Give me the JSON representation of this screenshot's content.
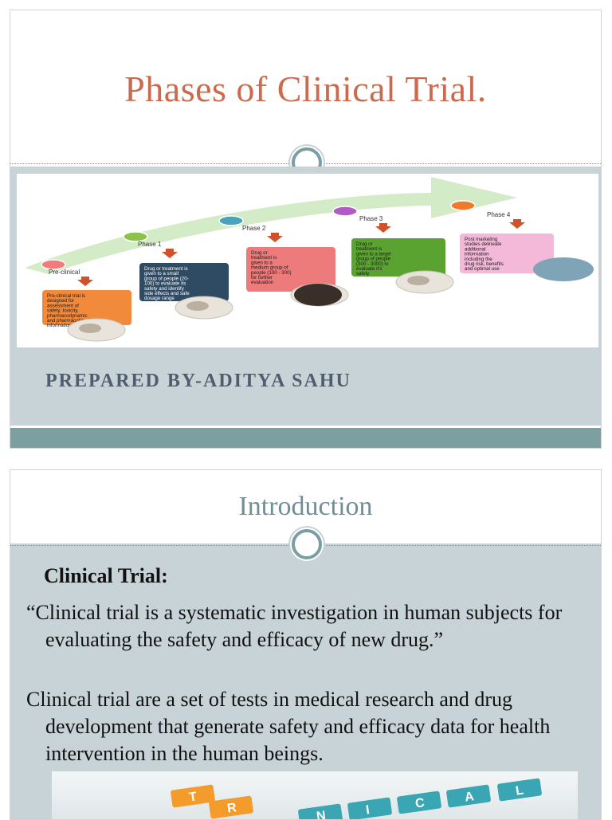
{
  "slide1": {
    "title": "Phases of Clinical Trial.",
    "author_line": "PREPARED BY-ADITYA SAHU",
    "phases": [
      {
        "label": "Pre-clinical",
        "description": [
          "Pre-clinical trial is",
          "designed for",
          "assessment of",
          "safety, toxicity,",
          "pharmacodynamic",
          "and pharmacokinetic",
          "information"
        ],
        "color": "#f28a3c"
      },
      {
        "label": "Phase 1",
        "description": [
          "Drug or treatment is",
          "given to a small",
          "group of people (20-",
          "100) to evaluate its",
          "safety and identify",
          "side effects and safe",
          "dosage range"
        ],
        "color": "#2f4a63"
      },
      {
        "label": "Phase 2",
        "description": [
          "Drug or",
          "treatment is",
          "given to a",
          "medium group of",
          "people (100 - 300)",
          "for further",
          "evaluation"
        ],
        "color": "#ee7b7b"
      },
      {
        "label": "Phase 3",
        "description": [
          "Drug or",
          "treatment is",
          "given to a large/",
          "group of people",
          "(300 - 3000) to",
          "evaluate it's",
          "safety"
        ],
        "color": "#5aa331"
      },
      {
        "label": "Phase 4",
        "description": [
          "Post marketing",
          "studies delineate",
          "additional",
          "information",
          "including the",
          "drug risk, benefits",
          "and optimal use"
        ],
        "color": "#f4b8d8"
      }
    ],
    "bubble_colors": [
      "#f47b7b",
      "#8bc34a",
      "#4aa3b8",
      "#b05cc4",
      "#f07a2a"
    ],
    "arrow_color": "#cfe7c3"
  },
  "slide2": {
    "title": "Introduction",
    "heading": "Clinical Trial:",
    "paragraph1": "“Clinical trial is a systematic investigation in human subjects for evaluating the safety and efficacy of new drug.”",
    "paragraph2": "Clinical trial are a set of tests in medical research and drug development that generate safety and efficacy data for health intervention in the human beings.",
    "image_tiles": [
      "T",
      "R",
      "N",
      "I",
      "C",
      "A",
      "L"
    ]
  }
}
